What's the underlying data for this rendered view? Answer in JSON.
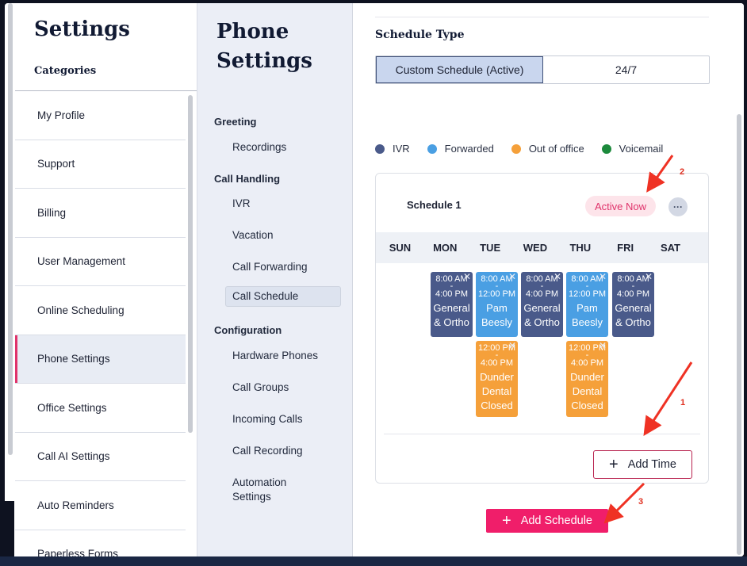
{
  "settings": {
    "title": "Settings",
    "categories_label": "Categories",
    "items": [
      {
        "label": "My Profile"
      },
      {
        "label": "Support"
      },
      {
        "label": "Billing"
      },
      {
        "label": "User Management"
      },
      {
        "label": "Online Scheduling"
      },
      {
        "label": "Phone Settings",
        "active": true
      },
      {
        "label": "Office Settings"
      },
      {
        "label": "Call AI Settings"
      },
      {
        "label": "Auto Reminders"
      },
      {
        "label": "Paperless Forms"
      }
    ]
  },
  "phone_settings": {
    "title_line1": "Phone",
    "title_line2": "Settings",
    "greeting_header": "Greeting",
    "recordings": "Recordings",
    "call_handling_header": "Call Handling",
    "ivr": "IVR",
    "vacation": "Vacation",
    "call_forwarding": "Call Forwarding",
    "call_schedule": "Call Schedule",
    "configuration_header": "Configuration",
    "hardware_phones": "Hardware Phones",
    "call_groups": "Call Groups",
    "incoming_calls": "Incoming Calls",
    "call_recording": "Call Recording",
    "automation_settings": "Automation Settings"
  },
  "schedule_type": {
    "label": "Schedule Type",
    "custom": "Custom Schedule (Active)",
    "always": "24/7"
  },
  "legend": {
    "ivr": "IVR",
    "forwarded": "Forwarded",
    "out_of_office": "Out of office",
    "voicemail": "Voicemail"
  },
  "colors": {
    "ivr": "#4a5a8a",
    "forwarded": "#4a9fe3",
    "out_of_office": "#f5a03a",
    "voicemail": "#1c8a3c",
    "accent": "#f01e6a"
  },
  "schedule": {
    "name": "Schedule 1",
    "badge": "Active Now",
    "more": "···",
    "days": [
      "SUN",
      "MON",
      "TUE",
      "WED",
      "THU",
      "FRI",
      "SAT"
    ],
    "blocks": {
      "mon1": {
        "start": "8:00 AM",
        "dash": "-",
        "end": "4:00 PM",
        "name1": "General",
        "name2": "& Ortho"
      },
      "tue1": {
        "start": "8:00 AM",
        "dash": "-",
        "end": "12:00 PM",
        "name1": "Pam",
        "name2": "Beesly"
      },
      "tue2": {
        "start": "12:00 PM",
        "dash": "-",
        "end": "4:00 PM",
        "name1": "Dunder",
        "name2": "Dental",
        "name3": "Closed"
      },
      "wed1": {
        "start": "8:00 AM",
        "dash": "-",
        "end": "4:00 PM",
        "name1": "General",
        "name2": "& Ortho"
      },
      "thu1": {
        "start": "8:00 AM",
        "dash": "-",
        "end": "12:00 PM",
        "name1": "Pam",
        "name2": "Beesly"
      },
      "thu2": {
        "start": "12:00 PM",
        "dash": "-",
        "end": "4:00 PM",
        "name1": "Dunder",
        "name2": "Dental",
        "name3": "Closed"
      },
      "fri1": {
        "start": "8:00 AM",
        "dash": "-",
        "end": "4:00 PM",
        "name1": "General",
        "name2": "& Ortho"
      }
    },
    "close": "✕",
    "add_time": "Add Time",
    "plus": "+"
  },
  "add_schedule": "Add Schedule",
  "annotations": [
    "1",
    "2",
    "3"
  ]
}
